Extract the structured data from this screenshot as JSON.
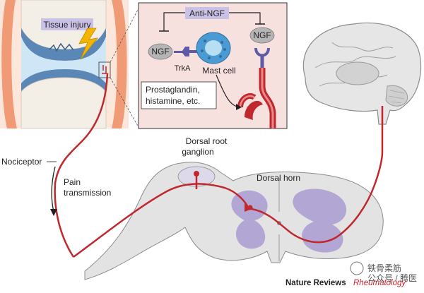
{
  "labels": {
    "tissue_injury": "Tissue injury",
    "anti_ngf": "Anti-NGF",
    "ngf_left": "NGF",
    "ngf_right": "NGF",
    "trka": "TrkA",
    "mast_cell": "Mast cell",
    "prostaglandin_line1": "Prostaglandin,",
    "prostaglandin_line2": "histamine, etc.",
    "nociceptor": "Nociceptor",
    "pain_line1": "Pain",
    "pain_line2": "transmission",
    "drg_line1": "Dorsal root",
    "drg_line2": "ganglion",
    "dorsal_horn": "Dorsal horn"
  },
  "footer": {
    "journal_bold": "Nature Reviews",
    "journal_sub": "Rheumatology",
    "watermark": "铁骨柔筋",
    "watermark_sub": "公众号 / 腾医"
  },
  "colors": {
    "nerve": "#c0282d",
    "skin": "#e8623a",
    "cartilage": "#5b87b6",
    "tissue_box": "#f7e1df",
    "label_box": "#c9c2e6",
    "purple_matter": "#a99bd1",
    "gray_cord": "#e3e3e3",
    "lightning": "#f5b400"
  }
}
